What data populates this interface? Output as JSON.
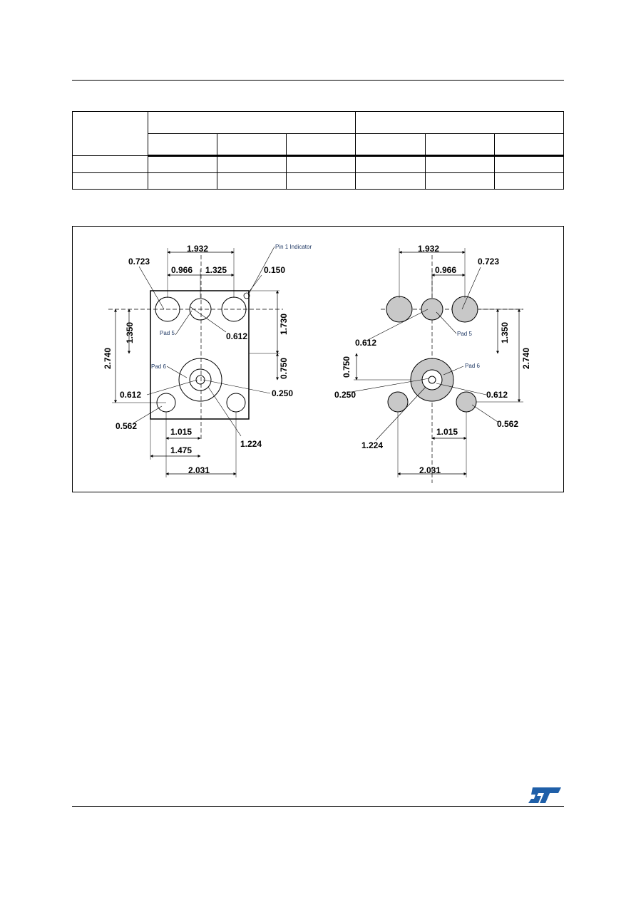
{
  "table": {
    "header_row1": [
      "",
      "",
      ""
    ],
    "header_row2": [
      "",
      "",
      "",
      "",
      "",
      ""
    ],
    "rows": [
      [
        "",
        "",
        "",
        "",
        "",
        "",
        ""
      ],
      [
        "",
        "",
        "",
        "",
        "",
        "",
        ""
      ]
    ]
  },
  "drawing": {
    "left": {
      "dims": {
        "d1932": "1.932",
        "d0966": "0.966",
        "d1325": "1.325",
        "d0150": "0.150",
        "d0723": "0.723",
        "d0612a": "0.612",
        "d1730": "1.730",
        "d1350": "1.350",
        "d2740": "2.740",
        "d0750": "0.750",
        "d0612b": "0.612",
        "d0250": "0.250",
        "d0562": "0.562",
        "d1224": "1.224",
        "d1015": "1.015",
        "d1475": "1.475",
        "d2031": "2.031"
      },
      "labels": {
        "pin1": "Pin 1 Indicator",
        "pad5": "Pad 5",
        "pad6": "Pad 6"
      }
    },
    "right": {
      "dims": {
        "d1932": "1.932",
        "d0966": "0.966",
        "d0723": "0.723",
        "d0612a": "0.612",
        "d1350": "1.350",
        "d2740": "2.740",
        "d0750": "0.750",
        "d0250": "0.250",
        "d0612b": "0.612",
        "d0562": "0.562",
        "d1224": "1.224",
        "d1015": "1.015",
        "d2031": "2.031"
      },
      "labels": {
        "pad5": "Pad 5",
        "pad6": "Pad 6"
      }
    },
    "pad_fill_color": "#c8c8c8"
  },
  "logo": {
    "text": "ST",
    "color": "#1f5fa8"
  }
}
